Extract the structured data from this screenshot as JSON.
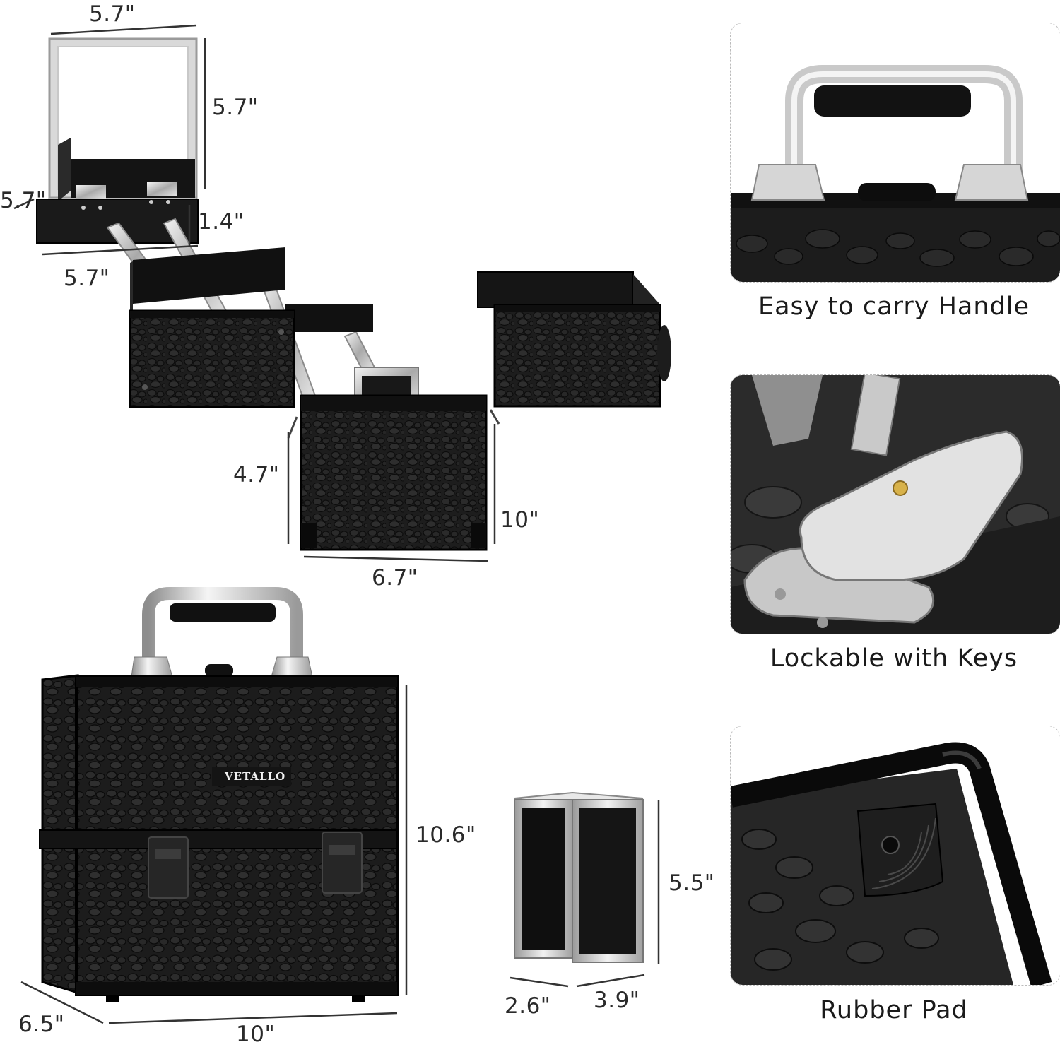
{
  "dimensions": {
    "mirror_width": "5.7\"",
    "mirror_height": "5.7\"",
    "tray_depth": "5.7\"",
    "tray_height": "1.4\"",
    "tray_width": "5.7\"",
    "bottom_height": "4.7\"",
    "open_height": "10\"",
    "bottom_width": "6.7\"",
    "case_height": "10.6\"",
    "case_depth": "6.5\"",
    "case_width": "10\"",
    "holder_height": "5.5\"",
    "holder_depth": "2.6\"",
    "holder_width": "3.9\""
  },
  "brand": "VETALLO",
  "features": [
    {
      "caption": "Easy to carry Handle"
    },
    {
      "caption": "Lockable with Keys"
    },
    {
      "caption": "Rubber Pad"
    }
  ]
}
